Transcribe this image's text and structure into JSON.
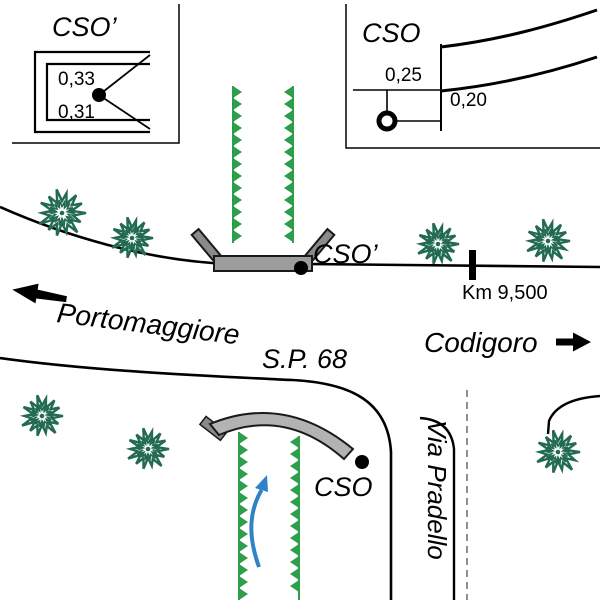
{
  "figure": {
    "insets": {
      "top_left": {
        "label": "CSO’",
        "value_top": "0,33",
        "value_bottom": "0,31"
      },
      "top_right": {
        "label": "CSO",
        "value_left": "0,25",
        "value_right": "0,20"
      }
    },
    "map": {
      "point_cso_prime_label": "CSO’",
      "point_cso_label": "CSO",
      "km_marker_label": "Km 9,500",
      "destination_west": "Portomaggiore",
      "destination_east": "Codigoro",
      "road_label": "S.P. 68",
      "street_label": "Via Pradello"
    },
    "colors": {
      "canal_green": "#2f9e4c",
      "tree_green": "#226a52",
      "arrow_blue": "#2e82c8",
      "culvert_gray": "#9c9c9c",
      "culvert_band_gray": "#b3b3b3",
      "wing_gray": "#8a8a8a",
      "line_black": "#000000",
      "dashed_gray": "#8f8f8f"
    }
  }
}
